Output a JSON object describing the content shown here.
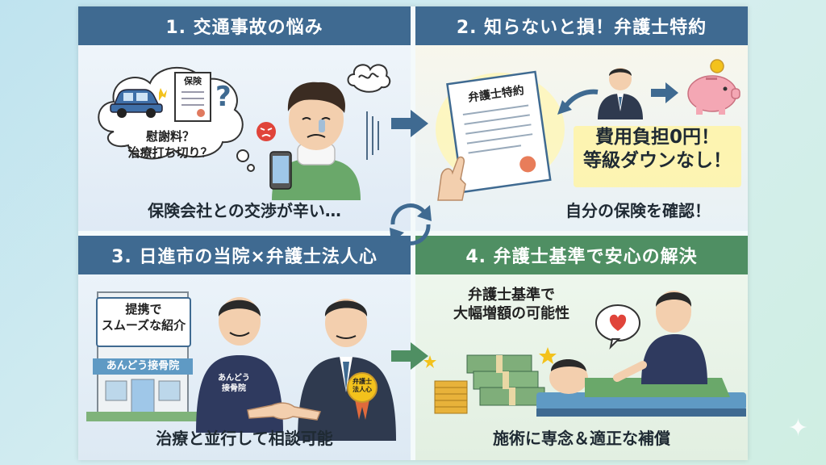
{
  "panels": [
    {
      "title": "1. 交通事故の悩み",
      "thought": "慰謝料？\n治療打ち切り？",
      "doc_label": "保険",
      "caption": "保険会社との交渉が辛い…"
    },
    {
      "title": "2. 知らないと損！弁護士特約",
      "doc_label": "弁護士特約",
      "benefit": "費用負担0円！\n等級ダウンなし！",
      "caption": "自分の保険を確認！"
    },
    {
      "title": "3. 日進市の当院×弁護士法人心",
      "sign": "提携で\nスムーズな紹介",
      "clinic_name": "あんどう接骨院",
      "shirt_text": "あんどう\n接骨院",
      "badge_text": "弁護士\n法人心",
      "caption": "治療と並行して相談可能"
    },
    {
      "title": "4. 弁護士基準で安心の解決",
      "note": "弁護士基準で\n大幅増額の可能性",
      "caption": "施術に専念＆適正な補償"
    }
  ],
  "colors": {
    "header_blue": "#3f6a91",
    "header_green": "#4f8f63",
    "arrow": "#3f6a91",
    "highlight": "#fff3a6"
  },
  "icons": [
    "car-crash-icon",
    "insurance-document-icon",
    "question-icon",
    "angry-emoji-icon",
    "smartphone-icon",
    "worry-cloud-icon",
    "contract-icon",
    "lawyer-icon",
    "piggy-bank-icon",
    "clinic-building-icon",
    "handshake-icon",
    "money-stack-icon",
    "heart-icon",
    "sparkle-icon"
  ]
}
